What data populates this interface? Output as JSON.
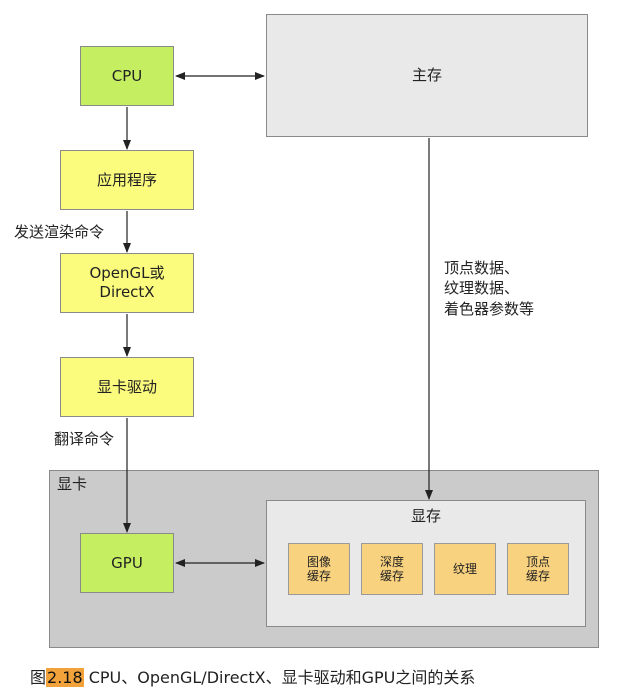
{
  "nodes": {
    "cpu": "CPU",
    "main_memory": "主存",
    "application": "应用程序",
    "opengl_directx": "OpenGL或\nDirectX",
    "graphics_driver": "显卡驱动",
    "graphics_card": "显卡",
    "gpu": "GPU",
    "video_memory": "显存",
    "image_buffer": "图像\n缓存",
    "depth_buffer": "深度\n缓存",
    "texture": "纹理",
    "vertex_buffer": "顶点\n缓存"
  },
  "edge_labels": {
    "send_render_commands": "发送渲染命令",
    "translate_commands": "翻译命令",
    "data_transfer": "顶点数据、\n纹理数据、\n着色器参数等"
  },
  "caption": {
    "prefix": "图",
    "number": "2.18",
    "text": " CPU、OpenGL/DirectX、显卡驱动和GPU之间的关系"
  },
  "colors": {
    "cpu_gpu": "#c5ef61",
    "software_layers": "#fbfb7d",
    "memory": "#e9e9e9",
    "graphics_card": "#cbcbcb",
    "buffers": "#f9d27f",
    "caption_highlight": "#f2a23a"
  }
}
